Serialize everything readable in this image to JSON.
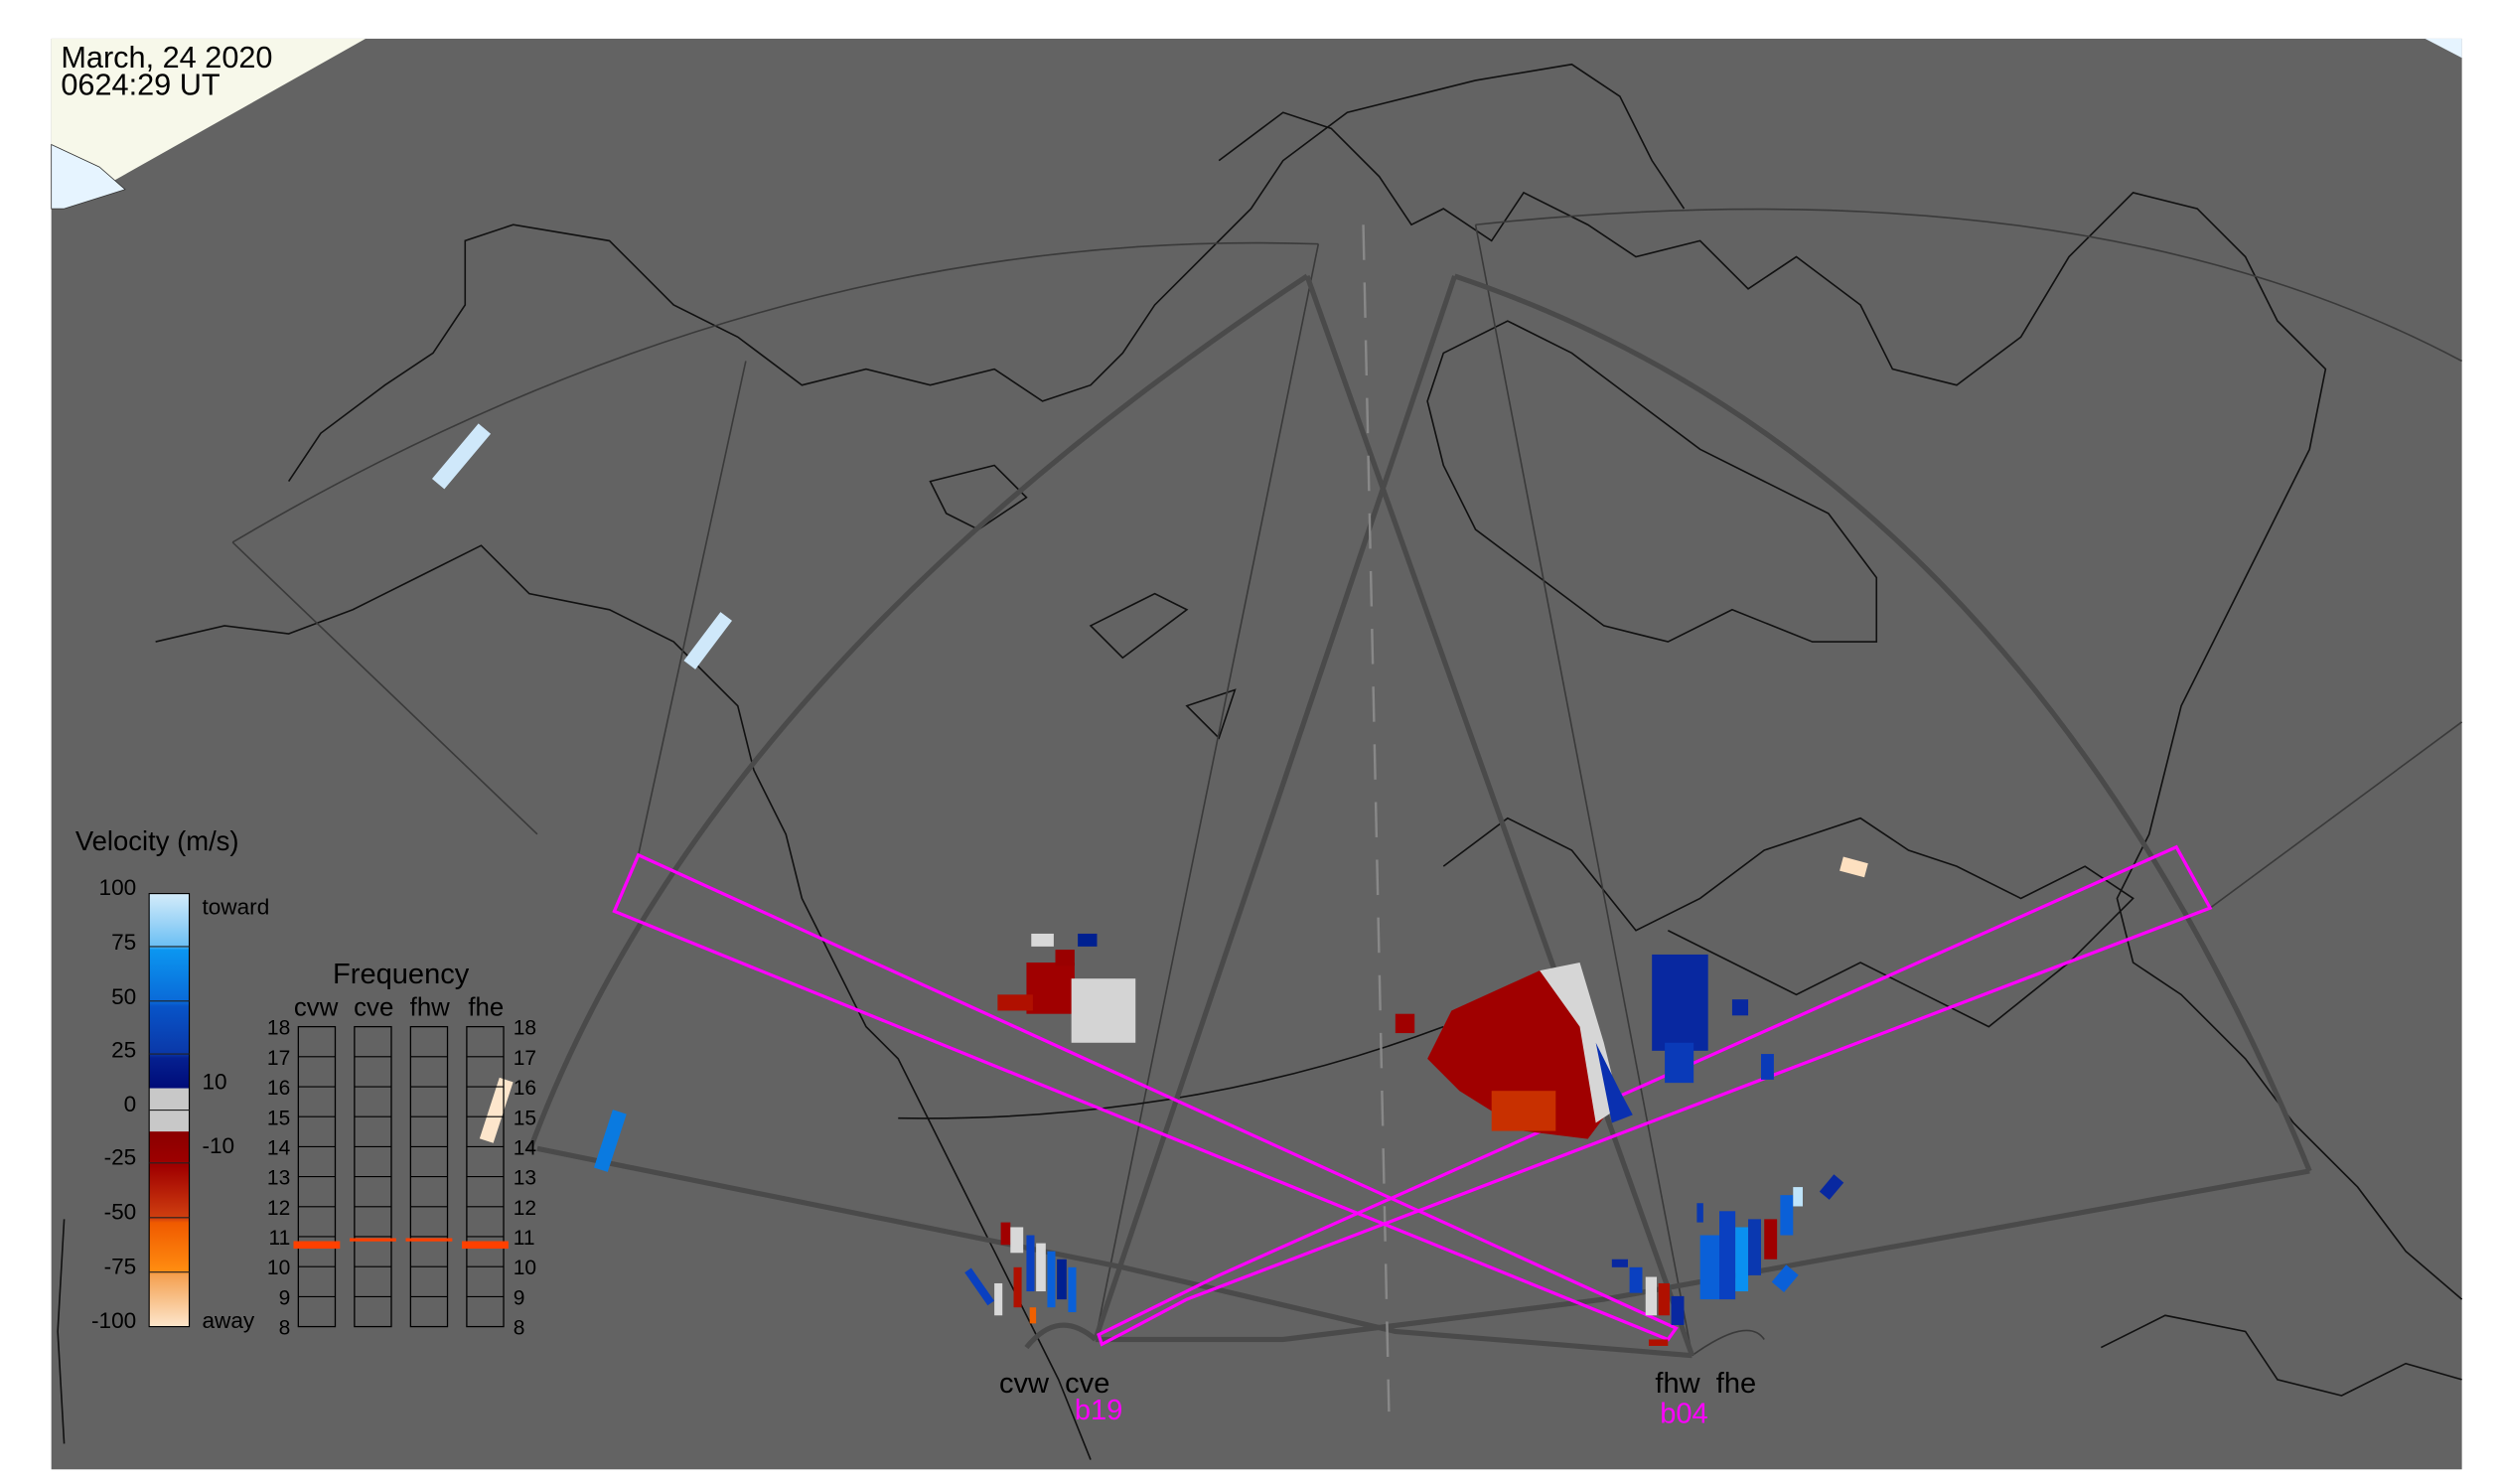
{
  "header": {
    "date": "March, 24 2020",
    "time": "0624:29 UT"
  },
  "legend": {
    "title": "Velocity (m/s)",
    "ticks": [
      "100",
      "75",
      "50",
      "25",
      "0",
      "-25",
      "-50",
      "-75",
      "-100"
    ],
    "toward_label": "toward",
    "away_label": "away",
    "threshold_high": "10",
    "threshold_low": "-10"
  },
  "frequency": {
    "title": "Frequency",
    "columns": [
      "cvw",
      "cve",
      "fhw",
      "fhe"
    ],
    "ticks": [
      "18",
      "17",
      "16",
      "15",
      "14",
      "13",
      "12",
      "11",
      "10",
      "9",
      "8"
    ],
    "range_mhz": [
      8,
      18
    ],
    "values_mhz": [
      {
        "radar": "cvw",
        "low": 10.6,
        "high": 10.85
      },
      {
        "radar": "cve",
        "low": 10.9,
        "high": 10.95
      },
      {
        "radar": "fhw",
        "low": 10.9,
        "high": 10.95
      },
      {
        "radar": "fhe",
        "low": 10.6,
        "high": 10.85
      }
    ],
    "marker_color": "#ff4000"
  },
  "sites": {
    "left": {
      "labels": "cvw  cve",
      "beam": "b19"
    },
    "right": {
      "labels": "fhw  fhe",
      "beam": "b04"
    }
  },
  "colors": {
    "map_bg": "#636363",
    "beam_highlight": "#ff00ff",
    "land_bg": "#f7f8ea",
    "water_bg": "#e6f4ff"
  }
}
